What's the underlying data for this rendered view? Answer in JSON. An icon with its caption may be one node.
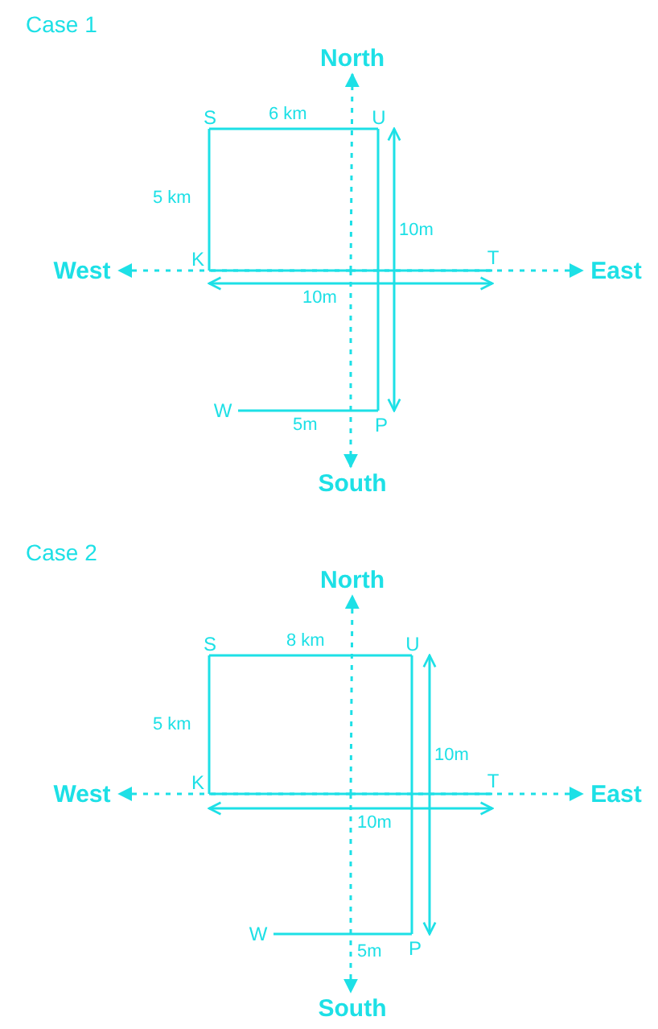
{
  "diagram": {
    "nodes": [
      {
        "text": [
          "North"
        ]
      },
      {
        "text": [
          "South"
        ]
      },
      {
        "text": [
          "West"
        ]
      },
      {
        "text": [
          "East"
        ]
      },
      {
        "text": [
          "S"
        ]
      },
      {
        "text": [
          "U"
        ]
      },
      {
        "text": [
          "K"
        ]
      },
      {
        "text": [
          "T"
        ]
      },
      {
        "text": [
          "W"
        ]
      },
      {
        "text": [
          "P"
        ]
      },
      {
        "text": [
          "North"
        ]
      },
      {
        "text": [
          "South"
        ]
      },
      {
        "text": [
          "West"
        ]
      },
      {
        "text": [
          "East"
        ]
      },
      {
        "text": [
          "S"
        ]
      },
      {
        "text": [
          "U"
        ]
      },
      {
        "text": [
          "K"
        ]
      },
      {
        "text": [
          "T"
        ]
      },
      {
        "text": [
          "W"
        ]
      },
      {
        "text": [
          "P"
        ]
      }
    ],
    "edges": [
      {
        "from": null,
        "to": 0,
        "arrow": "to",
        "style": "dashed"
      },
      {
        "from": null,
        "to": 1,
        "arrow": "to",
        "style": "dashed"
      },
      {
        "from": null,
        "to": 2,
        "arrow": "to",
        "style": "dashed"
      },
      {
        "from": null,
        "to": 3,
        "arrow": "to",
        "style": "dashed"
      },
      {
        "from": 4,
        "to": 5,
        "arrow": "none"
      },
      {
        "from": 4,
        "to": 6,
        "arrow": "none"
      },
      {
        "from": 6,
        "to": 7,
        "arrow": "none"
      },
      {
        "from": 5,
        "to": 9,
        "arrow": "none"
      },
      {
        "from": 9,
        "to": 8,
        "arrow": "none"
      },
      {
        "from": null,
        "to": 10,
        "arrow": "to",
        "style": "dashed"
      },
      {
        "from": null,
        "to": 11,
        "arrow": "to",
        "style": "dashed"
      },
      {
        "from": null,
        "to": 12,
        "arrow": "to",
        "style": "dashed"
      },
      {
        "from": null,
        "to": 13,
        "arrow": "to",
        "style": "dashed"
      },
      {
        "from": 14,
        "to": 15,
        "arrow": "none"
      },
      {
        "from": 14,
        "to": 16,
        "arrow": "none"
      },
      {
        "from": 16,
        "to": 17,
        "arrow": "none"
      },
      {
        "from": 15,
        "to": 19,
        "arrow": "none"
      },
      {
        "from": 19,
        "to": 18,
        "arrow": "none"
      },
      {
        "from": 6,
        "to": 7,
        "arrow": "both",
        "label": "10m"
      },
      {
        "from": 5,
        "to": 9,
        "arrow": "both",
        "label": "10m"
      },
      {
        "from": 16,
        "to": 17,
        "arrow": "both",
        "label": "10m"
      },
      {
        "from": 15,
        "to": 19,
        "arrow": "both",
        "label": "10m"
      }
    ],
    "labels": [
      "Case 1",
      "6 km",
      "5 km",
      "5m",
      "Case 2",
      "8 km",
      "5 km",
      "5m"
    ]
  }
}
